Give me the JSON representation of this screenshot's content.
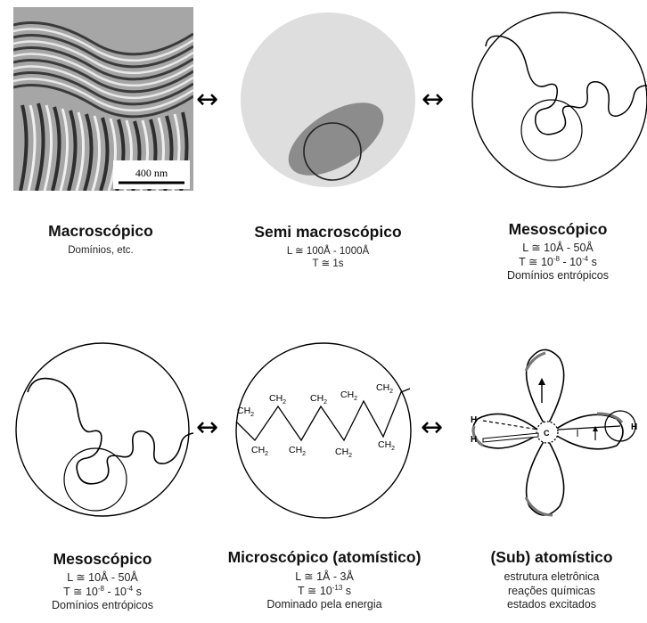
{
  "arrows": {
    "symbol": "↔"
  },
  "top_row": {
    "macro": {
      "title": "Macroscópico",
      "lines": [
        "Domínios, etc."
      ],
      "scale_bar_label": "400 nm"
    },
    "semi": {
      "title": "Semi macroscópico",
      "lines": [
        "L ≅ 100Å - 1000Å",
        "T ≅ 1s"
      ]
    },
    "meso": {
      "title": "Mesoscópico",
      "line1": "L ≅ 10Å - 50Å",
      "line2_pre": "T ≅ 10",
      "line2_exp1": "-8",
      "line2_mid": " - 10",
      "line2_exp2": "-4",
      "line2_post": " s",
      "line3": "Domínios entrópicos"
    }
  },
  "bottom_row": {
    "meso": {
      "title": "Mesoscópico",
      "line1": "L ≅ 10Å - 50Å",
      "line2_pre": "T ≅ 10",
      "line2_exp1": "-8",
      "line2_mid": " - 10",
      "line2_exp2": "-4",
      "line2_post": " s",
      "line3": "Domínios entrópicos"
    },
    "micro": {
      "title": "Microscópico (atomístico)",
      "line1": "L ≅ 1Å - 3Å",
      "line2_pre": "T ≅ 10",
      "line2_exp": "-13",
      "line2_post": " s",
      "line3": "Dominado pela energia",
      "chain_labels": [
        "CH",
        "CH",
        "CH",
        "CH",
        "CH",
        "CH",
        "CH",
        "CH",
        "CH"
      ],
      "subscript": "2"
    },
    "subatomic": {
      "title": "(Sub) atomístico",
      "lines": [
        "estrutura eletrônica",
        "reações químicas",
        "estados excitados"
      ],
      "atom_labels": {
        "h_left1": "H",
        "h_left2": "H",
        "h_right": "H",
        "center": "C"
      }
    }
  }
}
